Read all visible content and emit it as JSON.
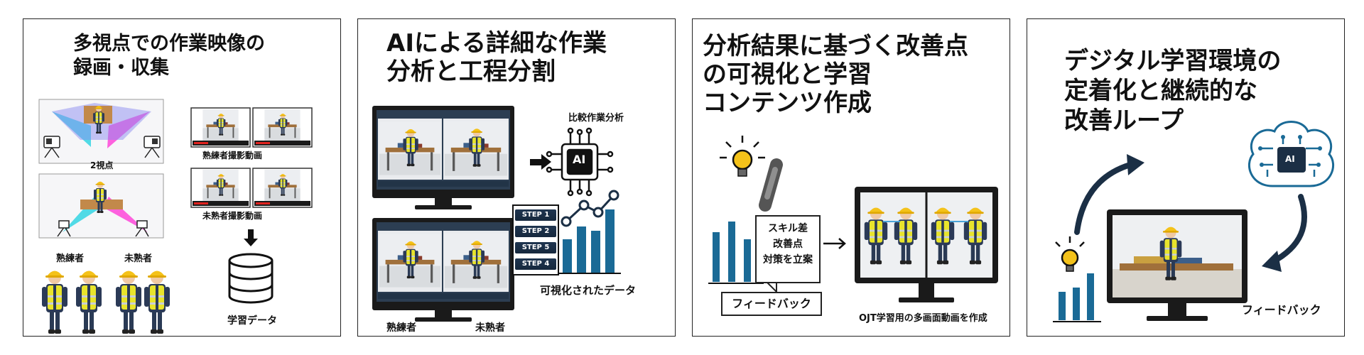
{
  "colors": {
    "accent_blue": "#1a6a96",
    "dark_navy": "#1b2f45",
    "hardhat_yellow": "#f4c21a",
    "vest_yellow": "#e8e42c",
    "border": "#222222"
  },
  "panels": [
    {
      "title": "多視点での作業映像の\n録画・収集",
      "labels": {
        "two_views": "2視点",
        "skilled_video": "熟練者撮影動画",
        "unskilled_video": "未熟者撮影動画",
        "skilled": "熟練者",
        "unskilled": "未熟者",
        "learning_data": "学習データ"
      }
    },
    {
      "title": "AIによる詳細な作業\n分析と工程分割",
      "labels": {
        "comparison": "比較作業分析",
        "ai": "AI",
        "visualized_data": "可視化されたデータ",
        "skilled": "熟練者",
        "unskilled": "未熟者"
      },
      "steps": [
        "STEP 1",
        "STEP 2",
        "STEP 5",
        "STEP 4"
      ]
    },
    {
      "title": "分析結果に基づく改善点\nの可視化と学習\nコンテンツ作成",
      "labels": {
        "skill_gap": "スキル差",
        "improvement": "改善点",
        "countermeasure": "対策を立案",
        "feedback": "フィードバック",
        "ojt_caption": "OJT学習用の多画面動画を作成"
      }
    },
    {
      "title": "デジタル学習環境の\n定着化と継続的な\n改善ループ",
      "labels": {
        "feedback": "フィードバック",
        "ai": "AI"
      }
    }
  ]
}
